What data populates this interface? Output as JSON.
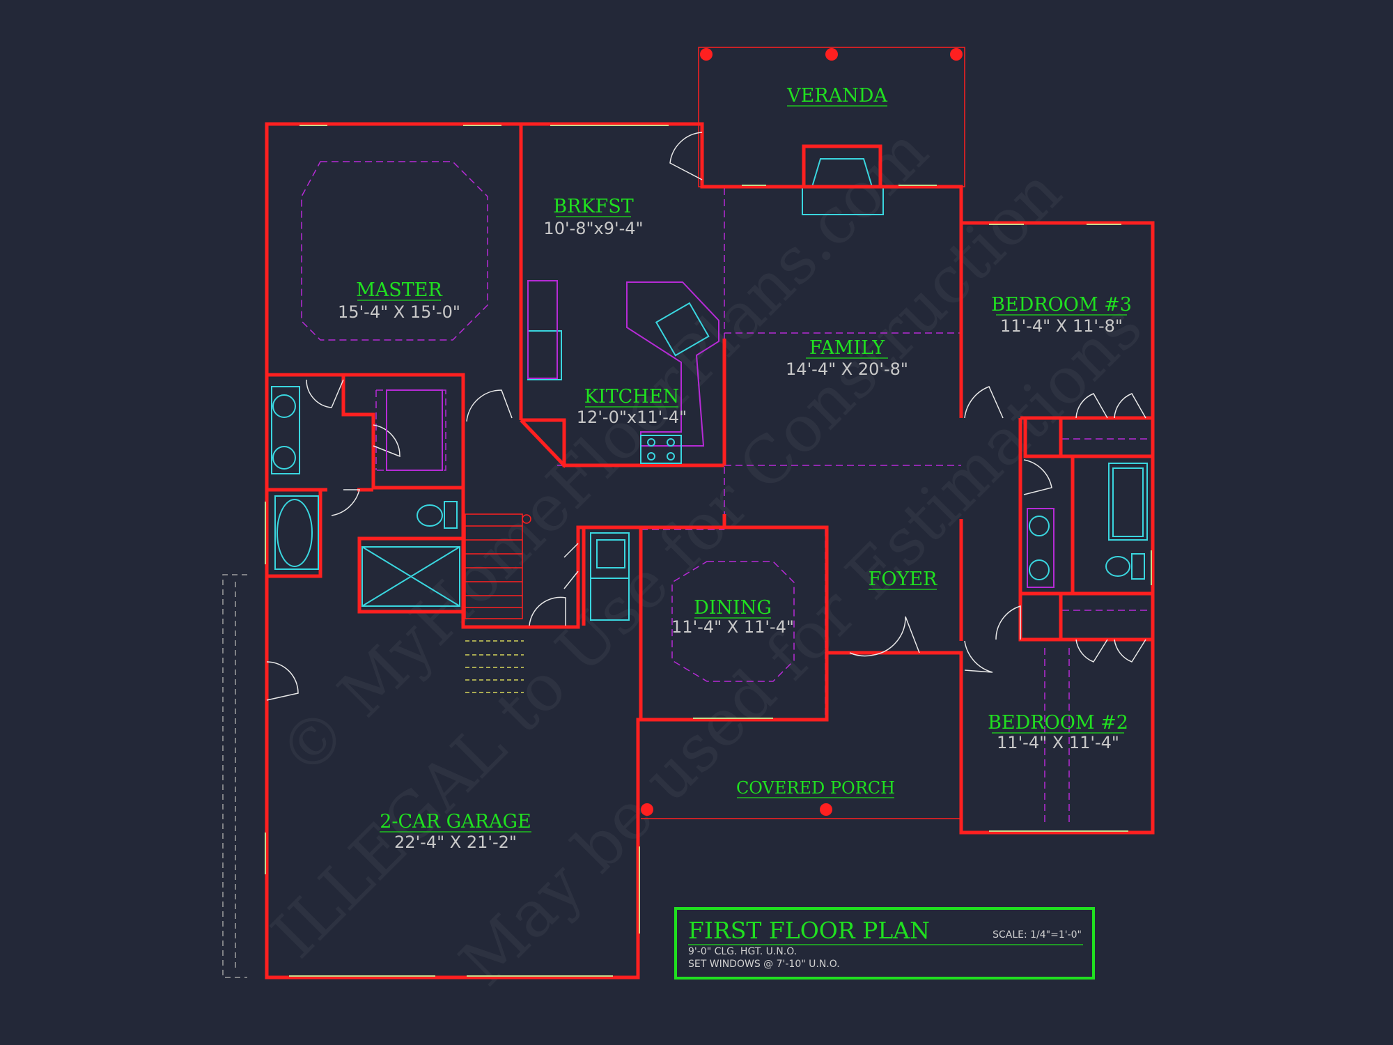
{
  "drawing": {
    "rooms": {
      "veranda": {
        "name": "VERANDA"
      },
      "brkfst": {
        "name": "BRKFST",
        "dims": "10'-8\"x9'-4\""
      },
      "master": {
        "name": "MASTER",
        "dims": "15'-4\" X 15'-0\""
      },
      "family": {
        "name": "FAMILY",
        "dims": "14'-4\" X 20'-8\""
      },
      "bedroom3": {
        "name": "BEDROOM #3",
        "dims": "11'-4\" X 11'-8\""
      },
      "kitchen": {
        "name": "KITCHEN",
        "dims": "12'-0\"x11'-4\""
      },
      "foyer": {
        "name": "FOYER"
      },
      "dining": {
        "name": "DINING",
        "dims": "11'-4\" X 11'-4\""
      },
      "bedroom2": {
        "name": "BEDROOM #2",
        "dims": "11'-4\" X 11'-4\""
      },
      "covered_porch": {
        "name": "COVERED PORCH"
      },
      "garage": {
        "name": "2-CAR GARAGE",
        "dims": "22'-4\" X 21'-2\""
      }
    },
    "title_block": {
      "title": "FIRST FLOOR PLAN",
      "scale": "SCALE: 1/4\"=1'-0\"",
      "note1": "9'-0\" CLG. HGT. U.N.O.",
      "note2": "SET WINDOWS @ 7'-10\" U.N.O."
    },
    "watermark": {
      "line1": "© MyHomeFloorPlans.com",
      "line2": "ILLEGAL to Use for Construction",
      "line3": "May be used for Estimations"
    },
    "colors": {
      "background": "#232838",
      "walls": "#ff2020",
      "labels": "#20e020",
      "dashed_lines": "#b62bd6",
      "fixtures": "#3ad6df"
    }
  }
}
